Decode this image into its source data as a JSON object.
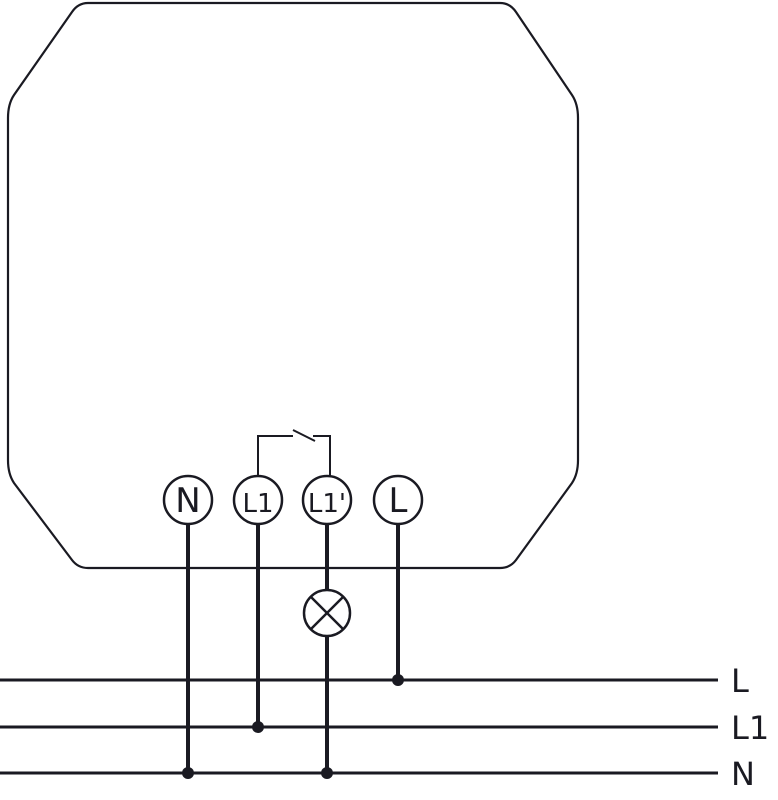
{
  "diagram": {
    "terminals": [
      "N",
      "L1",
      "L1'",
      "L"
    ],
    "bus_lines": [
      "L",
      "L1",
      "N"
    ],
    "line_color": "#1a1a22",
    "components": [
      "relay-contact",
      "lamp"
    ]
  }
}
